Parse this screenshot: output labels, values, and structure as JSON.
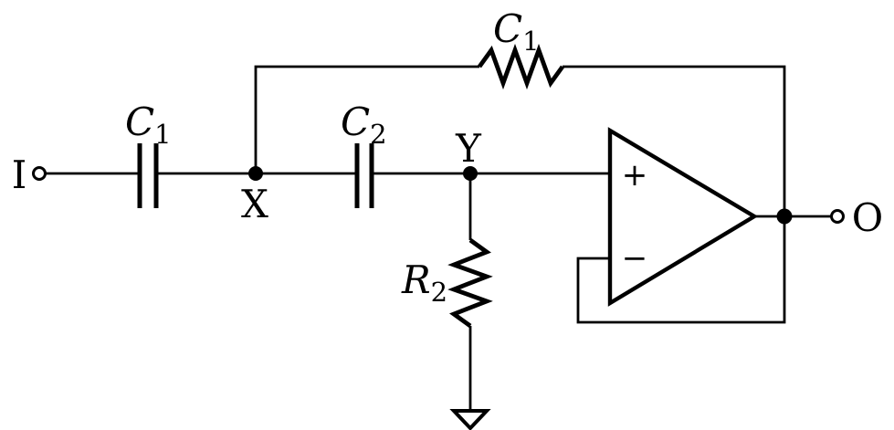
{
  "colors": {
    "ink": "#000000",
    "background": "#ffffff"
  },
  "terminals": {
    "input_label": "I",
    "output_label": "O"
  },
  "nodes": {
    "x_label": "X",
    "y_label": "Y"
  },
  "components": {
    "input_capacitor": {
      "main": "C",
      "sub": "1"
    },
    "coupling_capacitor": {
      "main": "C",
      "sub": "2"
    },
    "feedback_element": {
      "main": "C",
      "sub": "1"
    },
    "shunt_resistor": {
      "main": "R",
      "sub": "2"
    },
    "opamp": {
      "noninverting_label": "+",
      "inverting_label": "−"
    }
  }
}
